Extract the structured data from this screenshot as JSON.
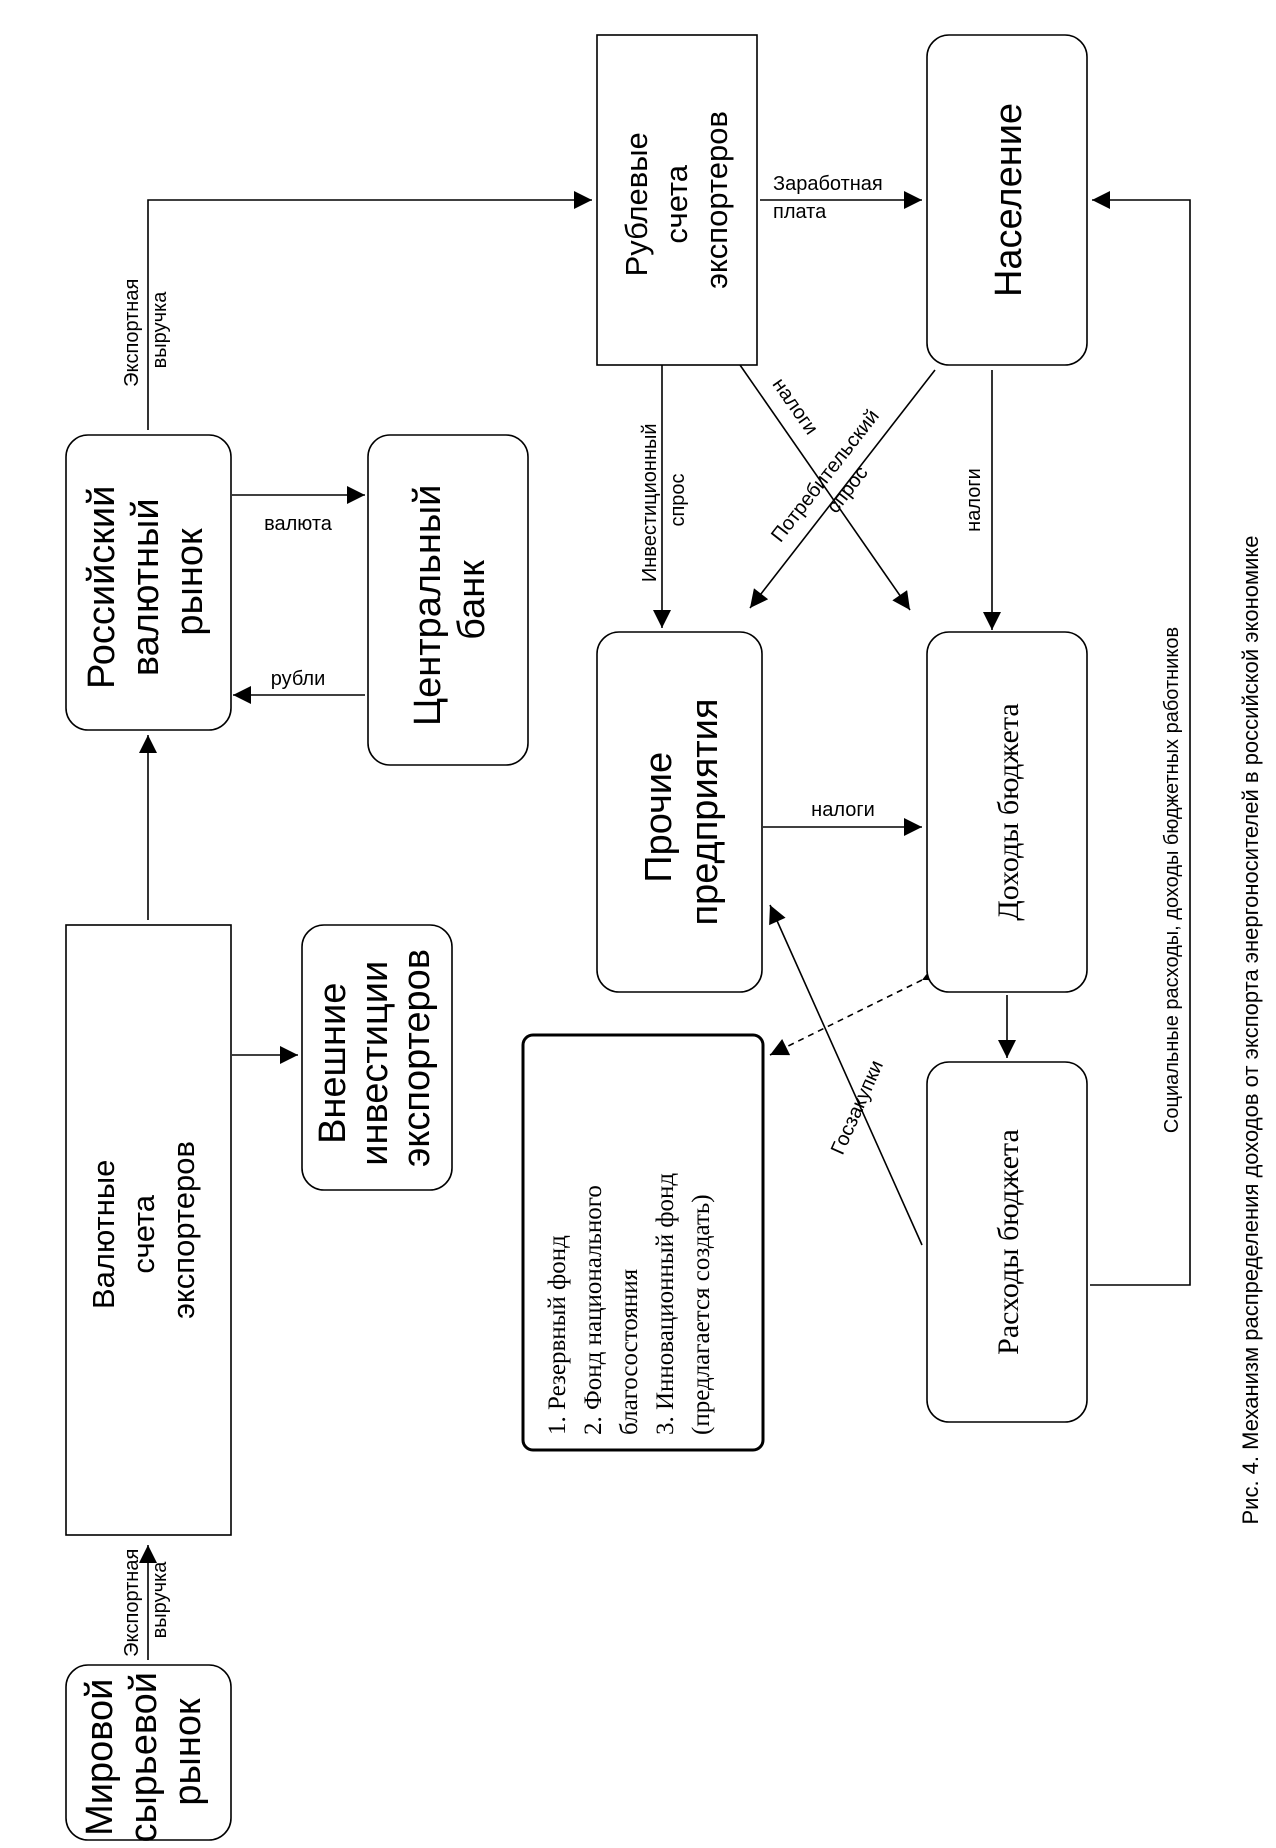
{
  "nodes": {
    "world_market": [
      "Мировой",
      "сырьевой",
      "рынок"
    ],
    "fx_accounts": [
      "Валютные",
      "счета",
      "экспортеров"
    ],
    "external_investments": [
      "Внешние",
      "инвестиции",
      "экспортеров"
    ],
    "russian_fx_market": [
      "Российский",
      "валютный",
      "рынок"
    ],
    "central_bank": [
      "Центральный",
      "банк"
    ],
    "ruble_accounts": [
      "Рублевые",
      "счета",
      "экспортеров"
    ],
    "population": [
      "Население"
    ],
    "other_enterprises": [
      "Прочие",
      "предприятия"
    ],
    "budget_revenues": [
      "Доходы бюджета"
    ],
    "budget_expenses": [
      "Расходы бюджета"
    ],
    "funds": [
      "1. Резервный фонд",
      "2. Фонд национального",
      "благосостояния",
      "3. Инновационный фонд",
      "(предлагается создать)"
    ]
  },
  "edge_labels": {
    "export_revenue_1": [
      "Экспортная",
      "выручка"
    ],
    "export_revenue_2": [
      "Экспортная",
      "выручка"
    ],
    "currency": "валюта",
    "rubles": "рубли",
    "wages": [
      "Заработная",
      "плата"
    ],
    "investment_demand": [
      "Инвестиционный",
      "спрос"
    ],
    "consumer_demand": [
      "Потребительский",
      "спрос"
    ],
    "taxes_ruble": "налоги",
    "taxes_population": "налоги",
    "taxes_enterprises": "налоги",
    "procurement": "Госзакупки",
    "social": "Социальные расходы, доходы бюджетных работников"
  },
  "caption": "Рис. 4. Механизм распределения доходов от экспорта энергоносителей в российской экономике"
}
